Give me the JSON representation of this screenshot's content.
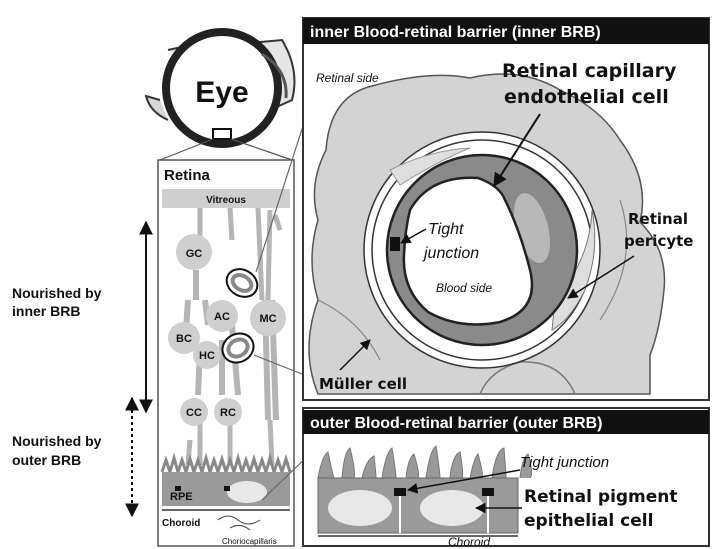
{
  "eye": {
    "label": "Eye"
  },
  "retina": {
    "title": "Retina",
    "vitreous": "Vitreous",
    "cells": {
      "gc": "GC",
      "ac": "AC",
      "mc": "MC",
      "bc": "BC",
      "hc": "HC",
      "cc": "CC",
      "rc": "RC",
      "rpe": "RPE"
    },
    "choroid": "Choroid",
    "choriocapillaris": "Choriocapillaris"
  },
  "side_labels": {
    "inner_line1": "Nourished by",
    "inner_line2": "inner BRB",
    "outer_line1": "Nourished by",
    "outer_line2": "outer BRB"
  },
  "inner_panel": {
    "banner": "inner Blood-retinal barrier (inner BRB)",
    "retinal_side": "Retinal side",
    "capillary_line1": "Retinal capillary",
    "capillary_line2": "endothelial cell",
    "tight_line1": "Tight",
    "tight_line2": "junction",
    "blood_side": "Blood side",
    "pericyte_line1": "Retinal",
    "pericyte_line2": "pericyte",
    "muller": "Müller cell"
  },
  "outer_panel": {
    "banner": "outer Blood-retinal barrier (outer BRB)",
    "tight_junction": "Tight junction",
    "rpe_line1": "Retinal pigment",
    "rpe_line2": "epithelial cell",
    "choroid": "Choroid"
  },
  "colors": {
    "banner_bg": "#111111",
    "cell_fill": "#d2d2d2",
    "endothelium": "#8a8a8a",
    "rpe_fill": "#9a9a9a"
  }
}
